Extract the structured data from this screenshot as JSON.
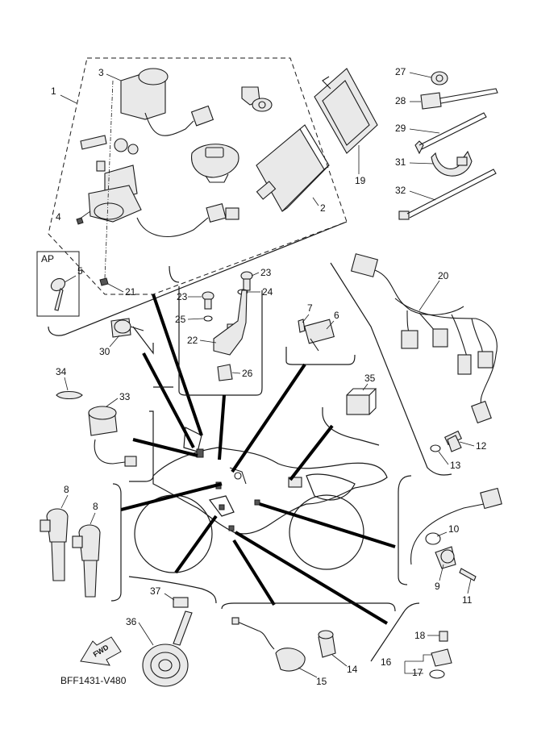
{
  "diagram": {
    "code": "BFF1431-V480",
    "fwd_label": "FWD",
    "ap_label": "AP",
    "callouts": [
      "1",
      "2",
      "3",
      "4",
      "5",
      "6",
      "7",
      "8",
      "8",
      "9",
      "10",
      "11",
      "12",
      "13",
      "14",
      "15",
      "16",
      "17",
      "18",
      "19",
      "20",
      "21",
      "22",
      "23",
      "23",
      "24",
      "25",
      "26",
      "27",
      "28",
      "29",
      "30",
      "31",
      "32",
      "33",
      "34",
      "35",
      "36",
      "37"
    ]
  }
}
